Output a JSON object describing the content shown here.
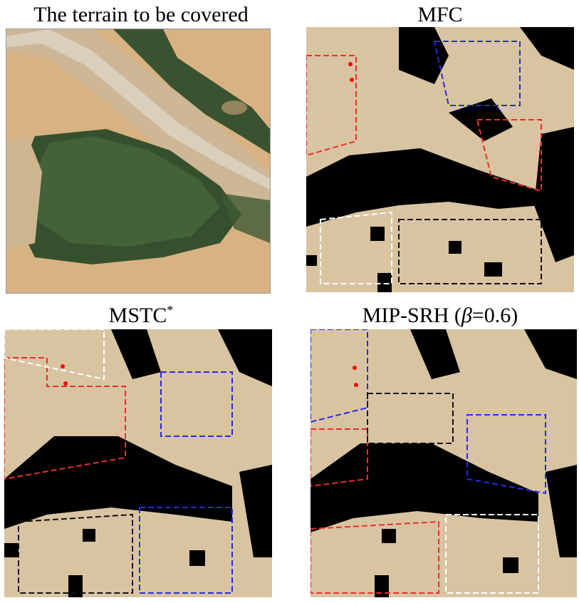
{
  "panels": [
    {
      "title": "The terrain to be covered",
      "kind": "satellite"
    },
    {
      "title": "MFC",
      "kind": "coverage"
    },
    {
      "title_main": "MSTC",
      "title_sup": "*",
      "kind": "coverage"
    },
    {
      "title_main": "MIP-SRH (",
      "title_beta": "β",
      "title_rest": "=0.6)",
      "kind": "coverage"
    }
  ],
  "colors": {
    "obstacle": "#000000",
    "terrain": "#d9c4a2",
    "sand": "#d8b585",
    "vegetation": "#3f5a35",
    "path_white": "#ffffff",
    "path_black": "#111111",
    "path_red": "#e8302a",
    "path_blue": "#2a2ae0",
    "start_marker": "#ff0000"
  }
}
